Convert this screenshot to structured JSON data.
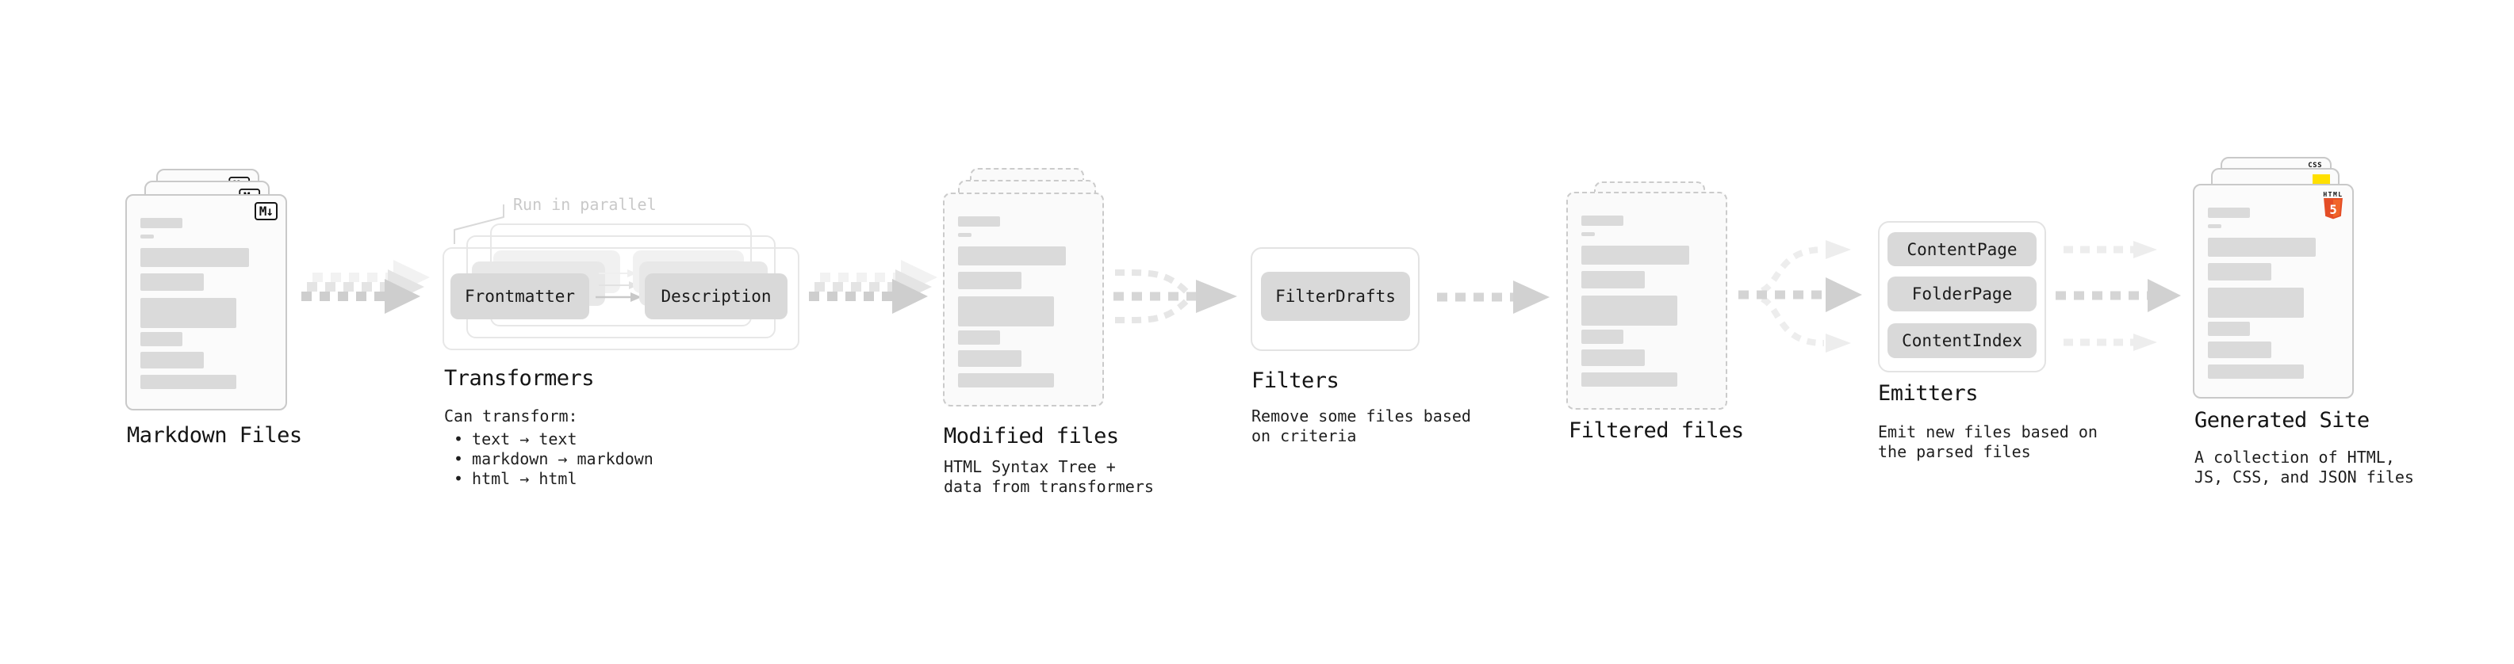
{
  "diagram": {
    "bullet_char": "•",
    "stages": [
      {
        "key": "markdown-files",
        "title": "Markdown Files"
      },
      {
        "key": "transformers",
        "title": "Transformers",
        "callout": "Run in parallel",
        "chips": [
          "Frontmatter",
          "Description"
        ],
        "sub": [
          "Can transform:"
        ],
        "bullets": [
          "text → text",
          "markdown → markdown",
          "html → html"
        ]
      },
      {
        "key": "modified-files",
        "title": "Modified files",
        "sub": [
          "HTML Syntax Tree +",
          "data from transformers"
        ]
      },
      {
        "key": "filters",
        "title": "Filters",
        "chips": [
          "FilterDrafts"
        ],
        "sub": [
          "Remove some files based",
          "on criteria"
        ]
      },
      {
        "key": "filtered-files",
        "title": "Filtered files"
      },
      {
        "key": "emitters",
        "title": "Emitters",
        "chips": [
          "ContentPage",
          "FolderPage",
          "ContentIndex"
        ],
        "sub": [
          "Emit new files based on",
          "the parsed files"
        ]
      },
      {
        "key": "generated-site",
        "title": "Generated Site",
        "sub": [
          "A collection of HTML,",
          "JS, CSS, and JSON files"
        ]
      }
    ],
    "icons": {
      "markdown_badge": "M↓",
      "css_badge": "CSS",
      "html5_label": "HTML",
      "html5_number": "5"
    },
    "colors": {
      "html5_orange": "#e44d26",
      "html5_orange_light": "#f16529",
      "js_yellow": "#ffe000",
      "css_blue": "#2b62e0"
    }
  }
}
